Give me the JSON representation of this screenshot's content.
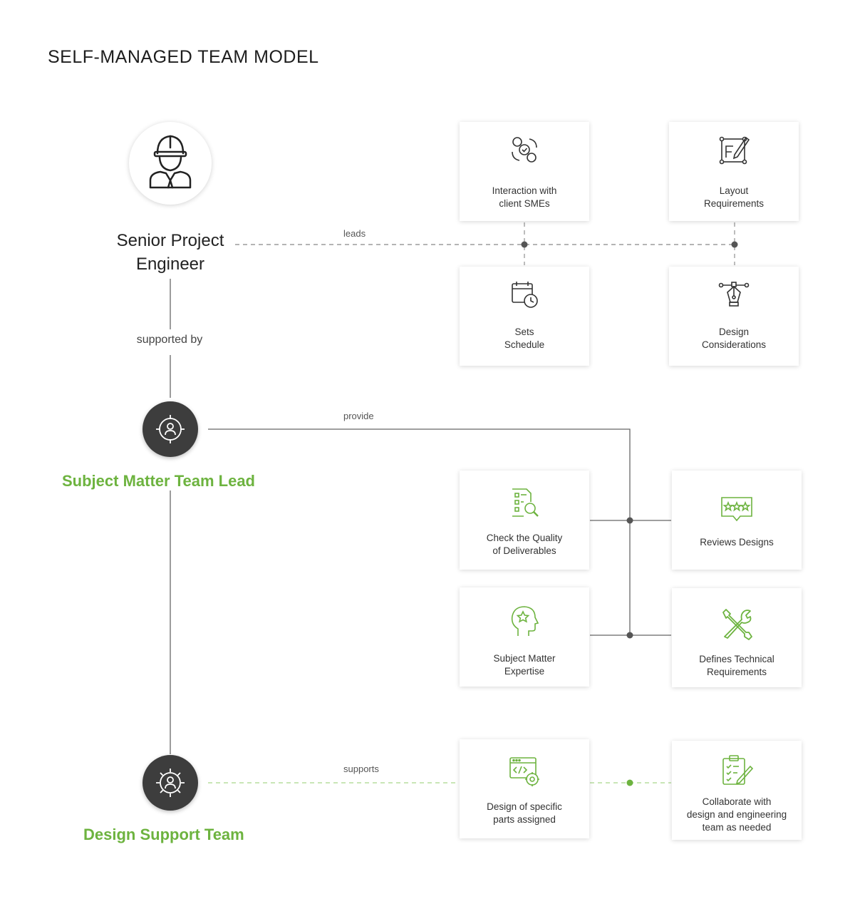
{
  "title": "SELF-MANAGED TEAM MODEL",
  "roles": {
    "senior": "Senior Project\nEngineer",
    "sme_lead": "Subject Matter Team Lead",
    "design_team": "Design Support Team"
  },
  "connectors": {
    "supported_by": "supported by",
    "leads": "leads",
    "provide": "provide",
    "supports": "supports"
  },
  "cards": {
    "interaction": "Interaction with\nclient SMEs",
    "layout": "Layout\nRequirements",
    "schedule": "Sets\nSchedule",
    "design_considerations": "Design\nConsiderations",
    "quality": "Check the Quality\nof Deliverables",
    "reviews": "Reviews Designs",
    "expertise": "Subject Matter\nExpertise",
    "technical": "Defines Technical\nRequirements",
    "specific_parts": "Design of specific\nparts assigned",
    "collaborate": "Collaborate with\ndesign and engineering\nteam as needed"
  },
  "colors": {
    "accent_green": "#6db33f",
    "dark_circle": "#3d3d3d",
    "line_gray": "#666666"
  },
  "icons": {
    "senior": "engineer-helmet-icon",
    "sme_lead": "target-person-icon",
    "design_team": "gear-person-icon",
    "interaction": "people-cycle-icon",
    "layout": "layout-pen-icon",
    "schedule": "calendar-clock-icon",
    "design_considerations": "pen-nib-icon",
    "quality": "checklist-magnifier-icon",
    "reviews": "star-rating-icon",
    "expertise": "head-star-icon",
    "technical": "wrench-screwdriver-icon",
    "specific_parts": "browser-code-gear-icon",
    "collaborate": "clipboard-check-icon"
  }
}
